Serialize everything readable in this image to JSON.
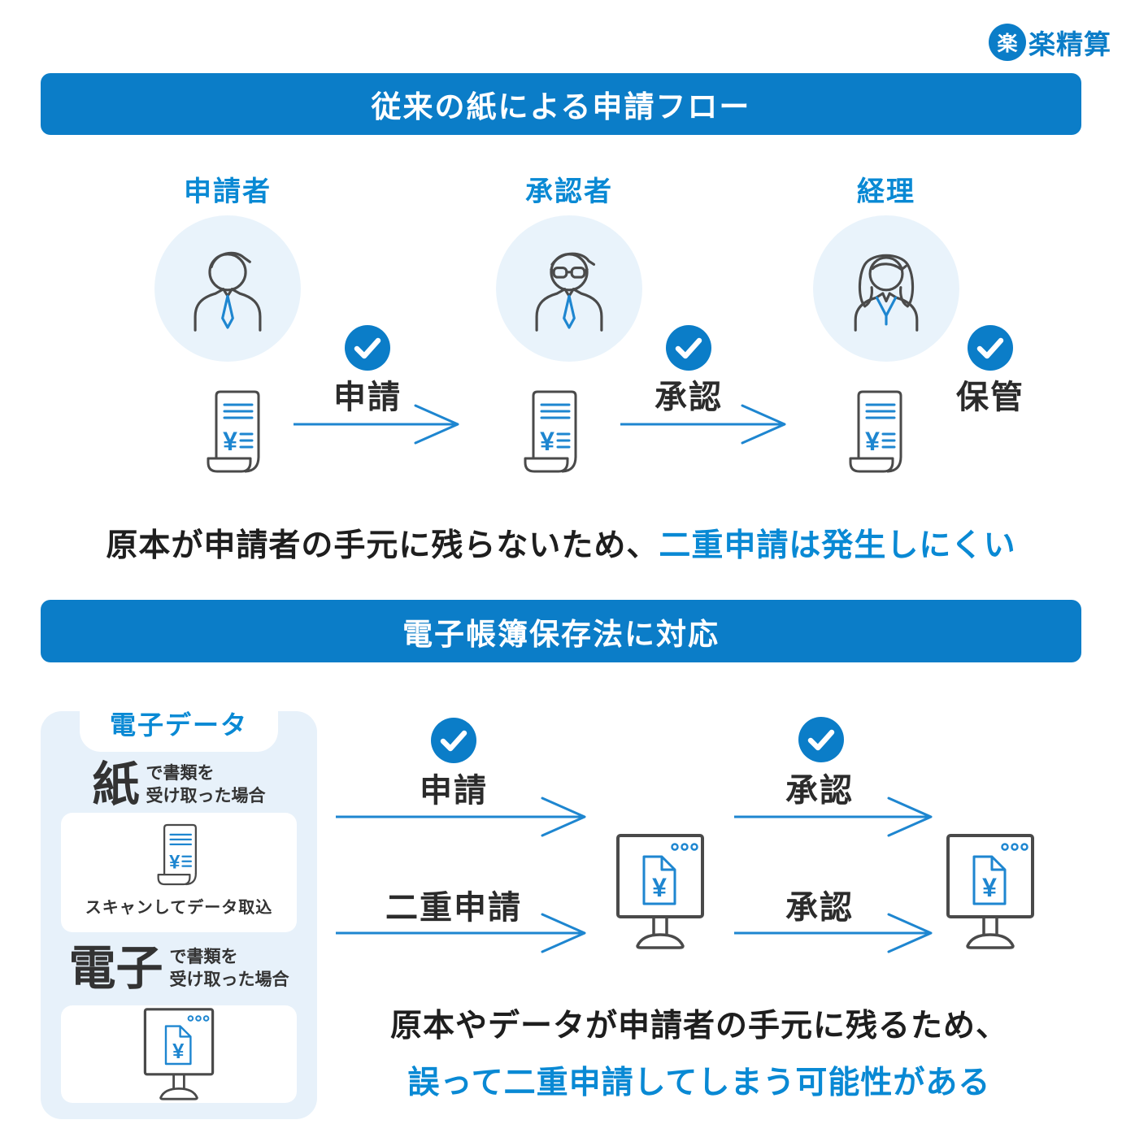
{
  "colors": {
    "brand_blue": "#0b7dc8",
    "text_blue": "#0989d4",
    "arrow_blue": "#1e86d0",
    "panel_blue": "#e7f1fa",
    "avatar_blue": "#e9f3fb",
    "text_dark": "#2b2b2b",
    "icon_gray": "#4a4a4a"
  },
  "icons": {
    "logo_mark": "rakuraku-circle-icon",
    "check": "check-circle-icon",
    "receipt": "receipt-yen-document-icon",
    "monitor": "monitor-yen-document-icon",
    "applicant": "male-person-icon",
    "approver": "male-person-glasses-icon",
    "accounting": "female-person-icon"
  },
  "logo": {
    "mark": "楽",
    "text": "楽精算"
  },
  "section1": {
    "banner": "従来の紙による申請フロー",
    "roles": [
      {
        "label": "申請者"
      },
      {
        "label": "承認者"
      },
      {
        "label": "経理"
      }
    ],
    "steps": [
      {
        "label": "申請"
      },
      {
        "label": "承認"
      },
      {
        "label": "保管"
      }
    ],
    "caption_black": "原本が申請者の手元に残らないため、",
    "caption_blue": "二重申請は発生しにくい"
  },
  "section2": {
    "banner": "電子帳簿保存法に対応",
    "panel": {
      "title": "電子データ",
      "paper_big": "紙",
      "paper_small1": "で書類を",
      "paper_small2": "受け取った場合",
      "paper_card_caption": "スキャンしてデータ取込",
      "digital_big": "電子",
      "digital_small1": "で書類を",
      "digital_small2": "受け取った場合"
    },
    "flow": {
      "apply_label": "申請",
      "approve_top_label": "承認",
      "double_apply_label": "二重申請",
      "approve_bottom_label": "承認"
    },
    "caption_black": "原本やデータが申請者の手元に残るため、",
    "caption_blue": "誤って二重申請してしまう可能性がある"
  }
}
